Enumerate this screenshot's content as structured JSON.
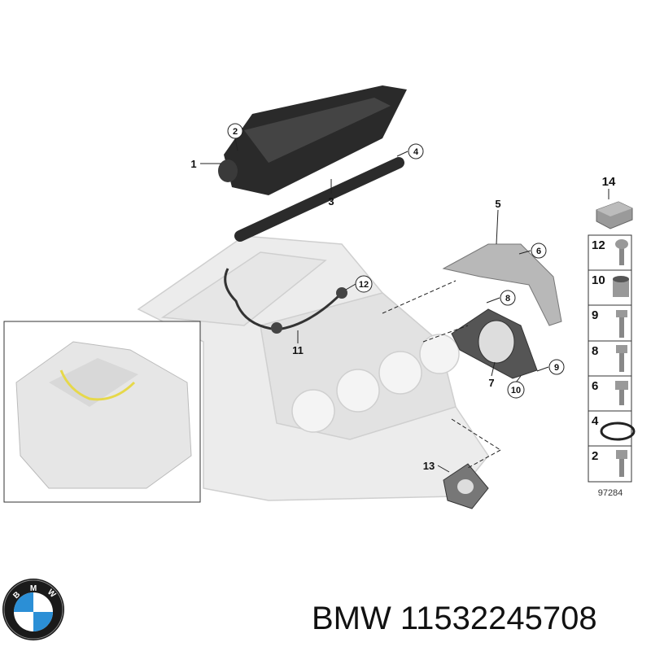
{
  "diagram": {
    "callouts": [
      {
        "num": "1",
        "circled": false
      },
      {
        "num": "2",
        "circled": true
      },
      {
        "num": "3",
        "circled": false
      },
      {
        "num": "4",
        "circled": true
      },
      {
        "num": "5",
        "circled": false
      },
      {
        "num": "6",
        "circled": true
      },
      {
        "num": "7",
        "circled": false
      },
      {
        "num": "8",
        "circled": true
      },
      {
        "num": "9",
        "circled": true
      },
      {
        "num": "10",
        "circled": true
      },
      {
        "num": "11",
        "circled": false
      },
      {
        "num": "12",
        "circled": true
      },
      {
        "num": "13",
        "circled": false
      }
    ],
    "parts_panel": {
      "top_item": "14",
      "items": [
        "12",
        "10",
        "9",
        "8",
        "6",
        "4",
        "2"
      ],
      "reference_number": "97284"
    }
  },
  "logo": {
    "text": "BMW",
    "colors": {
      "blue": "#2b8fd6",
      "ring": "#1a1a1a",
      "white": "#ffffff"
    }
  },
  "caption": {
    "text": "BMW 11532245708"
  }
}
